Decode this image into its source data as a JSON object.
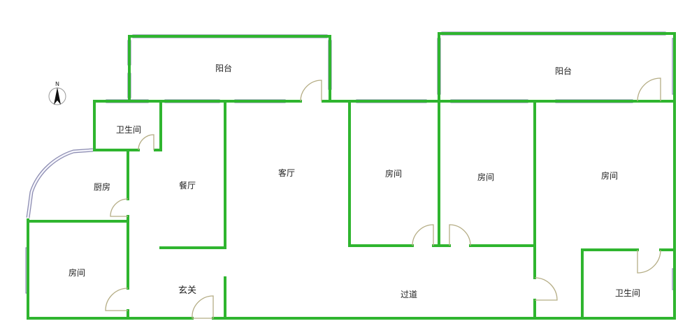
{
  "compass": {
    "north_label": "N"
  },
  "rooms": {
    "balcony_left": "阳台",
    "balcony_right": "阳台",
    "bathroom_left": "卫生间",
    "kitchen": "厨房",
    "dining": "餐厅",
    "living": "客厅",
    "bedroom_1": "房间",
    "bedroom_2": "房间",
    "bedroom_3": "房间",
    "bedroom_left": "房间",
    "entrance": "玄关",
    "corridor": "过道",
    "bathroom_right": "卫生间"
  },
  "colors": {
    "wall": "#2fb52f",
    "window": "#8a8ab0",
    "door": "#b5ad85"
  }
}
